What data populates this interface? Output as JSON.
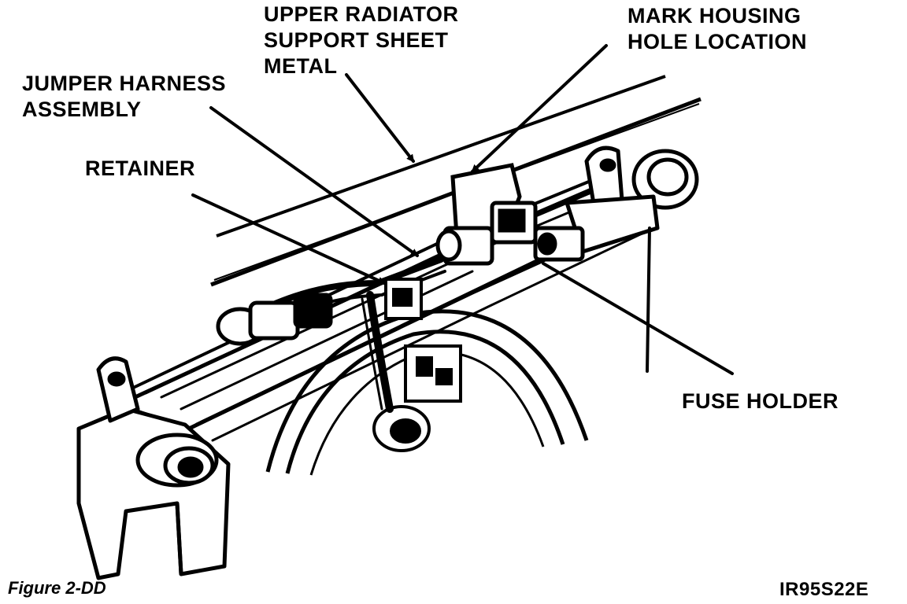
{
  "callouts": {
    "upper_radiator_support": [
      "UPPER RADIATOR",
      "SUPPORT SHEET",
      "METAL"
    ],
    "mark_housing": [
      "MARK HOUSING",
      "HOLE LOCATION"
    ],
    "jumper_harness": [
      "JUMPER HARNESS",
      "ASSEMBLY"
    ],
    "retainer": [
      "RETAINER"
    ],
    "fuse_holder": [
      "FUSE HOLDER"
    ]
  },
  "figure_caption": "Figure 2-DD",
  "figure_code": "IR95S22E",
  "colors": {
    "ink": "#000000",
    "background": "#ffffff"
  }
}
